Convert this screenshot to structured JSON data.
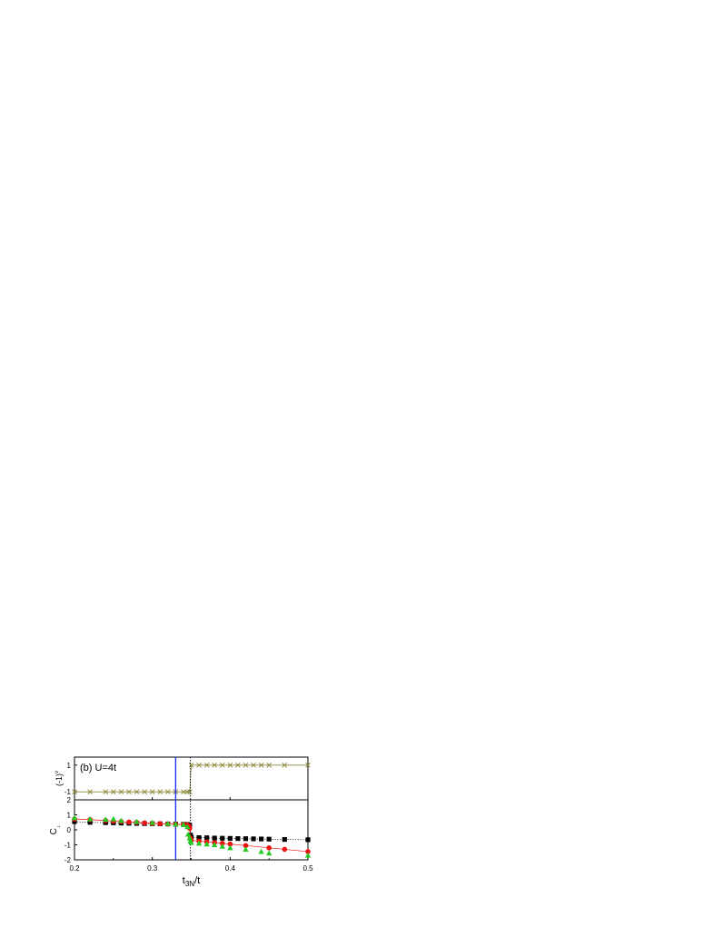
{
  "chart_data": [
    {
      "type": "scatter",
      "panel_label": "(b) U=4t",
      "ylabel_base": "(-1)",
      "ylabel_sup": "ν",
      "xlim": [
        0.2,
        0.5
      ],
      "ylim": [
        -1.6,
        1.6
      ],
      "yticks": [
        "-1",
        "1"
      ],
      "series": [
        {
          "color": "#8a8a3a",
          "marker": "x",
          "x": [
            0.2,
            0.22,
            0.24,
            0.25,
            0.26,
            0.27,
            0.28,
            0.29,
            0.3,
            0.31,
            0.32,
            0.33,
            0.34,
            0.345,
            0.348,
            0.35,
            0.36,
            0.37,
            0.38,
            0.39,
            0.4,
            0.41,
            0.42,
            0.43,
            0.44,
            0.45,
            0.47,
            0.5
          ],
          "y": [
            -1,
            -1,
            -1,
            -1,
            -1,
            -1,
            -1,
            -1,
            -1,
            -1,
            -1,
            -1,
            -1,
            -1,
            -1,
            1,
            1,
            1,
            1,
            1,
            1,
            1,
            1,
            1,
            1,
            1,
            1,
            1
          ]
        }
      ]
    },
    {
      "type": "scatter",
      "ylabel_base": "C",
      "ylabel_sub": "↓",
      "xlabel_base": "t",
      "xlabel_sub": "3N",
      "xlabel_tail": "/t",
      "xlim": [
        0.2,
        0.5
      ],
      "ylim": [
        -2,
        2
      ],
      "xticks": [
        "0.2",
        "0.3",
        "0.4",
        "0.5"
      ],
      "yticks": [
        "-2",
        "-1",
        "0",
        "1",
        "2"
      ],
      "vertical_lines": [
        {
          "x": 0.33,
          "color": "#2233ee",
          "style": "solid"
        },
        {
          "x": 0.349,
          "color": "#000000",
          "style": "dotted"
        }
      ],
      "series": [
        {
          "color": "#000000",
          "marker": "square",
          "line": "dotted",
          "x": [
            0.2,
            0.22,
            0.24,
            0.25,
            0.26,
            0.27,
            0.28,
            0.29,
            0.3,
            0.31,
            0.32,
            0.33,
            0.34,
            0.345,
            0.347,
            0.348,
            0.349,
            0.35,
            0.36,
            0.37,
            0.38,
            0.39,
            0.4,
            0.41,
            0.42,
            0.43,
            0.44,
            0.45,
            0.47,
            0.5
          ],
          "y": [
            0.55,
            0.5,
            0.48,
            0.47,
            0.45,
            0.44,
            0.43,
            0.42,
            0.41,
            0.4,
            0.39,
            0.38,
            0.37,
            0.36,
            0.33,
            0.3,
            -0.35,
            -0.5,
            -0.52,
            -0.53,
            -0.55,
            -0.56,
            -0.57,
            -0.58,
            -0.59,
            -0.6,
            -0.61,
            -0.62,
            -0.64,
            -0.66
          ]
        },
        {
          "color": "#ee1111",
          "marker": "circle",
          "line": "solid",
          "x": [
            0.2,
            0.22,
            0.24,
            0.25,
            0.26,
            0.27,
            0.28,
            0.29,
            0.3,
            0.31,
            0.32,
            0.33,
            0.34,
            0.345,
            0.347,
            0.348,
            0.349,
            0.35,
            0.36,
            0.37,
            0.38,
            0.39,
            0.4,
            0.42,
            0.45,
            0.47,
            0.5
          ],
          "y": [
            0.72,
            0.68,
            0.62,
            0.58,
            0.55,
            0.52,
            0.5,
            0.46,
            0.43,
            0.41,
            0.39,
            0.37,
            0.35,
            0.33,
            0.25,
            0.1,
            -0.55,
            -0.7,
            -0.75,
            -0.8,
            -0.85,
            -0.9,
            -0.95,
            -1.05,
            -1.2,
            -1.3,
            -1.45
          ]
        },
        {
          "color": "#22cc22",
          "marker": "triangle",
          "line": "none",
          "x": [
            0.2,
            0.22,
            0.24,
            0.25,
            0.26,
            0.28,
            0.3,
            0.32,
            0.33,
            0.34,
            0.345,
            0.346,
            0.348,
            0.349,
            0.35,
            0.36,
            0.37,
            0.38,
            0.39,
            0.4,
            0.42,
            0.44,
            0.45,
            0.5
          ],
          "y": [
            0.8,
            0.72,
            0.7,
            0.72,
            0.62,
            0.55,
            0.48,
            0.42,
            0.38,
            0.35,
            0.2,
            -0.3,
            -0.55,
            -0.75,
            -0.85,
            -0.9,
            -0.95,
            -1.0,
            -1.1,
            -1.2,
            -1.3,
            -1.45,
            -1.55,
            -1.7
          ]
        }
      ]
    }
  ]
}
